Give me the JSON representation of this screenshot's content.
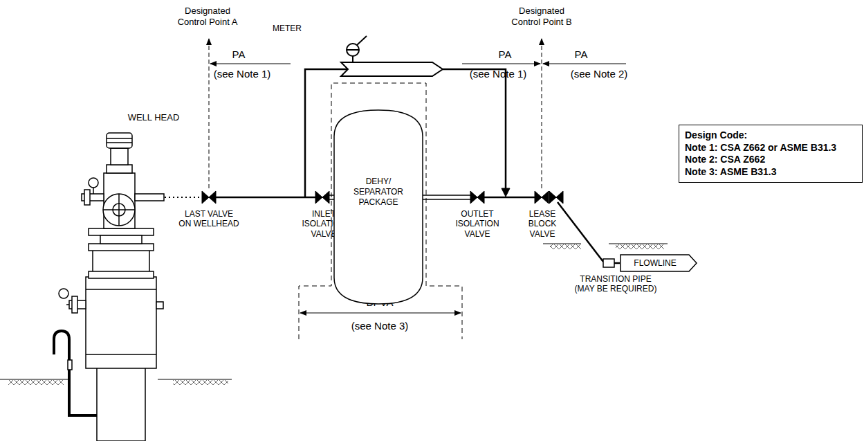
{
  "diagram": {
    "nodes": [
      {
        "text": [
          "DEHY/ SEPARATOR PACKAGE"
        ]
      },
      {
        "text": [
          "FLOWLINE"
        ]
      },
      {
        "text": [
          "Design Code:",
          "Note 1: CSA Z662 or ASME B31.3",
          "Note 2: CSA Z662",
          "Note 3: ASME B31.3"
        ]
      }
    ],
    "labels": [
      "Designated Control Point A",
      "Designated Control Point B",
      "METER",
      "WELL HEAD",
      "PA",
      "(see Note 1)",
      "PA",
      "(see Note 1)",
      "PA",
      "(see Note 2)",
      "LAST VALVE ON WELLHEAD",
      "INLET ISOLATION VALVE",
      "OUTLET ISOLATION VALVE",
      "LEASE BLOCK VALVE",
      "TRANSITION PIPE (MAY BE REQUIRED)",
      "BPVA",
      "(see Note 3)"
    ]
  }
}
